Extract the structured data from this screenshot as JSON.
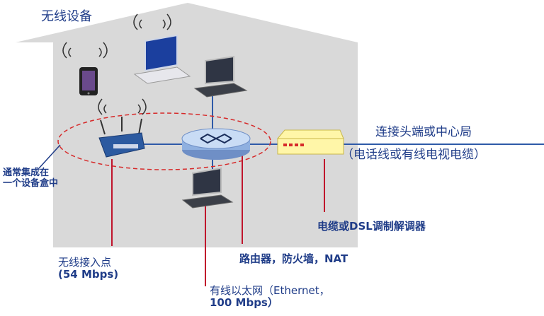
{
  "title": "无线设备",
  "labels": {
    "uplink_line1": "连接头端或中心局",
    "uplink_line2": "（电话线或有线电视电缆）",
    "integrated_line1": "通常集成在",
    "integrated_line2": "一个设备盒中",
    "modem": "电缆或DSL调制解调器",
    "router": "路由器，防火墙，NAT",
    "ap_line1": "无线接入点",
    "ap_line2": "(54 Mbps)",
    "ethernet_line1": "有线以太网（Ethernet，",
    "ethernet_line2": "100 Mbps）"
  },
  "colors": {
    "house": "#d9d9d9",
    "text": "#1f3c88",
    "lead_line": "#c0142c",
    "wire": "#2e5aa8",
    "dashed_ellipse": "#d62a2a",
    "modem_body": "#fff6a8"
  },
  "icons": [
    "house-shape",
    "phone-icon",
    "laptop-icon",
    "desktop-icon",
    "router-icon",
    "access-point-icon",
    "modem-icon",
    "wireless-waves-icon"
  ]
}
